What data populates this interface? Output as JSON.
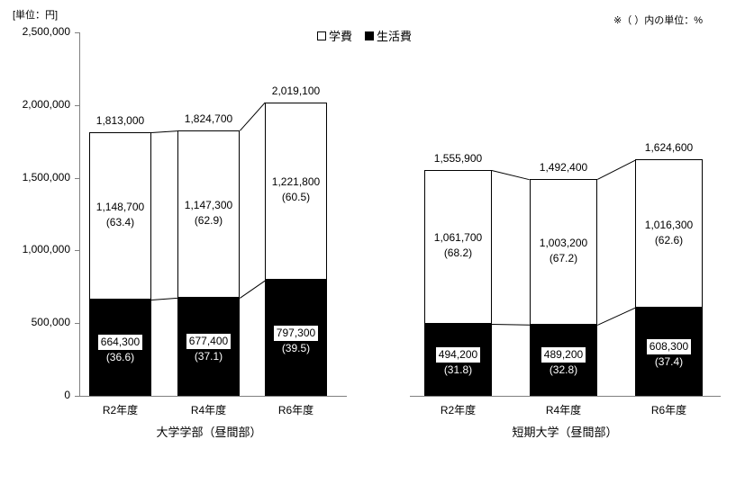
{
  "unit_label": "[単位：円]",
  "pct_note": "※（ ）内の単位：%",
  "legend": {
    "items": [
      {
        "label": "学費",
        "swatch": "hollow"
      },
      {
        "label": "生活費",
        "swatch": "filled"
      }
    ]
  },
  "axis": {
    "ticks": [
      "2,500,000",
      "2,000,000",
      "1,500,000",
      "1,000,000",
      "500,000",
      "0"
    ],
    "max": 2500000,
    "min": 0
  },
  "charts": [
    {
      "title": "大学学部（昼間部）",
      "categories": [
        "R2年度",
        "R4年度",
        "R6年度"
      ],
      "bars": [
        {
          "category": "R2年度",
          "total": "1,813,000",
          "tuition_value": "1,148,700",
          "tuition_pct": "(63.4)",
          "living_value": "664,300",
          "living_pct": "(36.6)"
        },
        {
          "category": "R4年度",
          "total": "1,824,700",
          "tuition_value": "1,147,300",
          "tuition_pct": "(62.9)",
          "living_value": "677,400",
          "living_pct": "(37.1)"
        },
        {
          "category": "R6年度",
          "total": "2,019,100",
          "tuition_value": "1,221,800",
          "tuition_pct": "(60.5)",
          "living_value": "797,300",
          "living_pct": "(39.5)"
        }
      ]
    },
    {
      "title": "短期大学（昼間部）",
      "categories": [
        "R2年度",
        "R4年度",
        "R6年度"
      ],
      "bars": [
        {
          "category": "R2年度",
          "total": "1,555,900",
          "tuition_value": "1,061,700",
          "tuition_pct": "(68.2)",
          "living_value": "494,200",
          "living_pct": "(31.8)"
        },
        {
          "category": "R4年度",
          "total": "1,492,400",
          "tuition_value": "1,003,200",
          "tuition_pct": "(67.2)",
          "living_value": "489,200",
          "living_pct": "(32.8)"
        },
        {
          "category": "R6年度",
          "total": "1,624,600",
          "tuition_value": "1,016,300",
          "tuition_pct": "(62.6)",
          "living_value": "608,300",
          "living_pct": "(37.4)"
        }
      ]
    }
  ],
  "chart_data": {
    "type": "bar",
    "subtype": "stacked",
    "title": "",
    "ylabel": "[単位：円]",
    "xlabel": "",
    "ylim": [
      0,
      2500000
    ],
    "yticks": [
      0,
      500000,
      1000000,
      1500000,
      2000000,
      2500000
    ],
    "grid": false,
    "legend": [
      "学費",
      "生活費"
    ],
    "legend_position": "top-center",
    "annotation": "※（ ）内の単位：%",
    "panels": [
      {
        "name": "大学学部（昼間部）",
        "categories": [
          "R2年度",
          "R4年度",
          "R6年度"
        ],
        "series": [
          {
            "name": "学費",
            "values": [
              1148700,
              1147300,
              1221800
            ],
            "pct": [
              63.4,
              62.9,
              60.5
            ]
          },
          {
            "name": "生活費",
            "values": [
              664300,
              677400,
              797300
            ],
            "pct": [
              36.6,
              37.1,
              39.5
            ]
          }
        ],
        "totals": [
          1813000,
          1824700,
          2019100
        ]
      },
      {
        "name": "短期大学（昼間部）",
        "categories": [
          "R2年度",
          "R4年度",
          "R6年度"
        ],
        "series": [
          {
            "name": "学費",
            "values": [
              1061700,
              1003200,
              1016300
            ],
            "pct": [
              68.2,
              67.2,
              62.6
            ]
          },
          {
            "name": "生活費",
            "values": [
              494200,
              489200,
              608300
            ],
            "pct": [
              31.8,
              32.8,
              37.4
            ]
          }
        ],
        "totals": [
          1555900,
          1492400,
          1624600
        ]
      }
    ]
  }
}
